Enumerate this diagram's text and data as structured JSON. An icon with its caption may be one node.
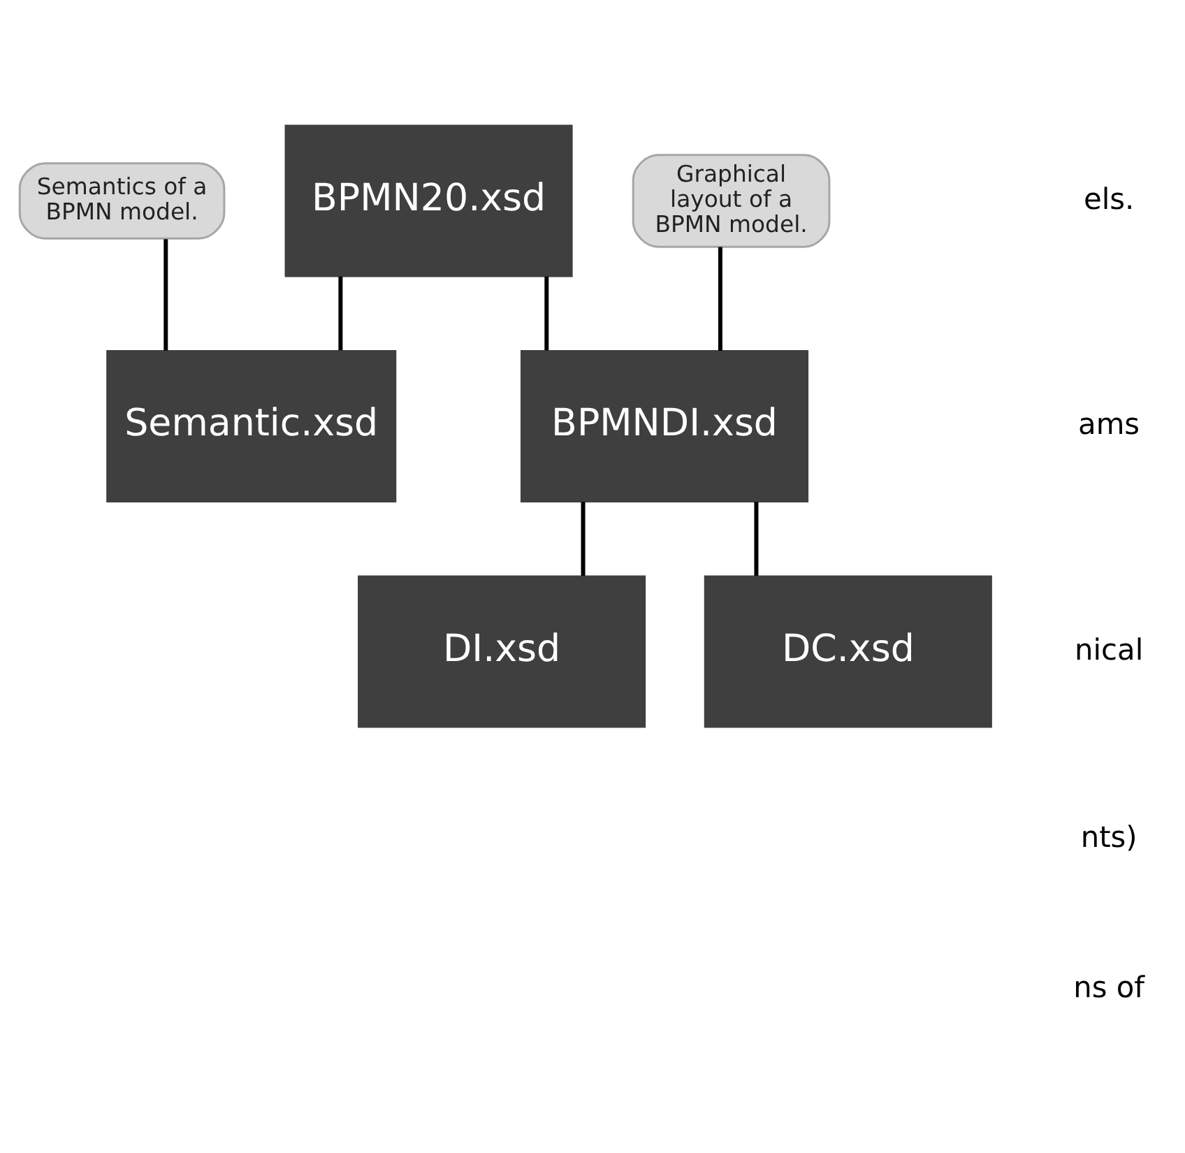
{
  "diagram": {
    "nodes": [
      {
        "text": [
          "BPMN20.xsd"
        ]
      },
      {
        "text": [
          "Semantics of a BPMN model."
        ]
      },
      {
        "text": [
          "Graphical layout of a BPMN model."
        ]
      },
      {
        "text": [
          "Semantic.xsd"
        ]
      },
      {
        "text": [
          "BPMNDI.xsd"
        ]
      },
      {
        "text": [
          "DI.xsd"
        ]
      },
      {
        "text": [
          "DC.xsd"
        ]
      }
    ],
    "edges": [
      {
        "from": 0,
        "to": 3,
        "arrow": "none"
      },
      {
        "from": 0,
        "to": 4,
        "arrow": "none"
      },
      {
        "from": 1,
        "to": 3,
        "arrow": "none"
      },
      {
        "from": 2,
        "to": 4,
        "arrow": "none"
      },
      {
        "from": 4,
        "to": 5,
        "arrow": "none"
      },
      {
        "from": 4,
        "to": 6,
        "arrow": "none"
      }
    ],
    "labels": [
      "els.",
      "ams",
      "nical",
      "nts)",
      "ns of"
    ]
  }
}
